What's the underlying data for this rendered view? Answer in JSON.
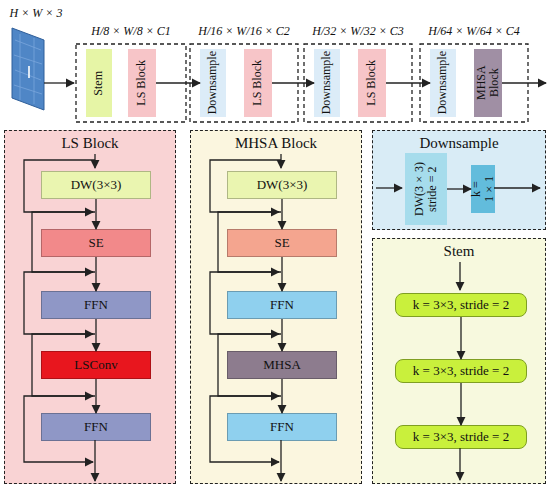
{
  "diagram": {
    "nodes": [
      {
        "text": [
          "Stem"
        ]
      },
      {
        "text": [
          "LS Block"
        ]
      },
      {
        "text": [
          "Downsample"
        ]
      },
      {
        "text": [
          "LS Block"
        ]
      },
      {
        "text": [
          "Downsample"
        ]
      },
      {
        "text": [
          "LS Block"
        ]
      },
      {
        "text": [
          "Downsample"
        ]
      },
      {
        "text": [
          "MHSA Block"
        ]
      },
      {
        "text": [
          "LS Block"
        ]
      },
      {
        "text": [
          "DW(3×3)"
        ],
        "in": 8
      },
      {
        "text": [
          "SE"
        ],
        "in": 8
      },
      {
        "text": [
          "FFN"
        ],
        "in": 8
      },
      {
        "text": [
          "LSConv"
        ],
        "in": 8
      },
      {
        "text": [
          "FFN"
        ],
        "in": 8
      },
      {
        "text": [
          "MHSA Block"
        ]
      },
      {
        "text": [
          "DW(3×3)"
        ],
        "in": 14
      },
      {
        "text": [
          "SE"
        ],
        "in": 14
      },
      {
        "text": [
          "FFN"
        ],
        "in": 14
      },
      {
        "text": [
          "MHSA"
        ],
        "in": 14
      },
      {
        "text": [
          "FFN"
        ],
        "in": 14
      },
      {
        "text": [
          "Downsample"
        ]
      },
      {
        "text": [
          "DW(3×3) stride = 2"
        ],
        "in": 20
      },
      {
        "text": [
          "k = 1×1"
        ],
        "in": 20
      },
      {
        "text": [
          "Stem"
        ]
      },
      {
        "text": [
          "k = 3×3, stride = 2"
        ],
        "in": 23
      },
      {
        "text": [
          "k = 3×3, stride = 2"
        ],
        "in": 23
      },
      {
        "text": [
          "k = 3×3, stride = 2"
        ],
        "in": 23
      }
    ],
    "edges": [
      {
        "from": 1,
        "to": 2,
        "arrow": "to"
      },
      {
        "from": 3,
        "to": 4,
        "arrow": "to"
      },
      {
        "from": 5,
        "to": 6,
        "arrow": "to"
      },
      {
        "from": 9,
        "to": 10,
        "arrow": "to"
      },
      {
        "from": 10,
        "to": 11,
        "arrow": "to"
      },
      {
        "from": 11,
        "to": 12,
        "arrow": "to"
      },
      {
        "from": 12,
        "to": 13,
        "arrow": "to"
      },
      {
        "from": 15,
        "to": 16,
        "arrow": "to"
      },
      {
        "from": 16,
        "to": 17,
        "arrow": "to"
      },
      {
        "from": 17,
        "to": 18,
        "arrow": "to"
      },
      {
        "from": 18,
        "to": 19,
        "arrow": "to"
      },
      {
        "from": 21,
        "to": 22,
        "arrow": "to"
      },
      {
        "from": 24,
        "to": 25,
        "arrow": "to"
      },
      {
        "from": 25,
        "to": 26,
        "arrow": "to"
      }
    ],
    "labels": [
      "H × W × 3",
      "H/8 × W/8 × C1",
      "H/16 × W/16 × C2",
      "H/32 × W/32 × C3",
      "H/64 × W/64 × C4"
    ]
  }
}
